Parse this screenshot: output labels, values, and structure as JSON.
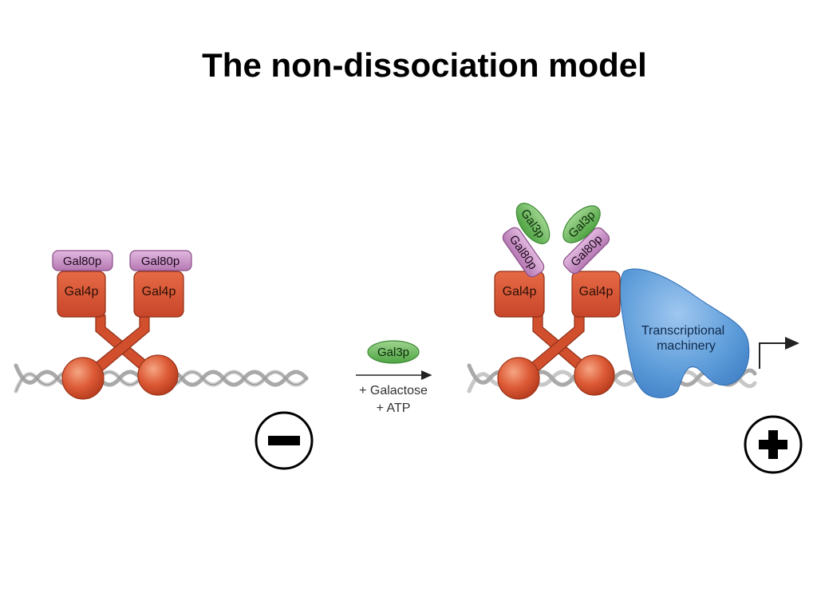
{
  "title": "The non-dissociation model",
  "labels": {
    "gal80p": "Gal80p",
    "gal4p": "Gal4p",
    "gal3p": "Gal3p",
    "transcriptional_line1": "Transcriptional",
    "transcriptional_line2": "machinery",
    "galactose": "+ Galactose",
    "atp": "+ ATP"
  },
  "states": {
    "left_symbol": "minus-icon",
    "right_symbol": "plus-icon"
  },
  "colors": {
    "gal4p": "#d8512f",
    "gal80p": "#c88cc6",
    "gal3p": "#6aba5c",
    "machinery": "#5a9ad8",
    "dna": "#b8b8b8"
  }
}
